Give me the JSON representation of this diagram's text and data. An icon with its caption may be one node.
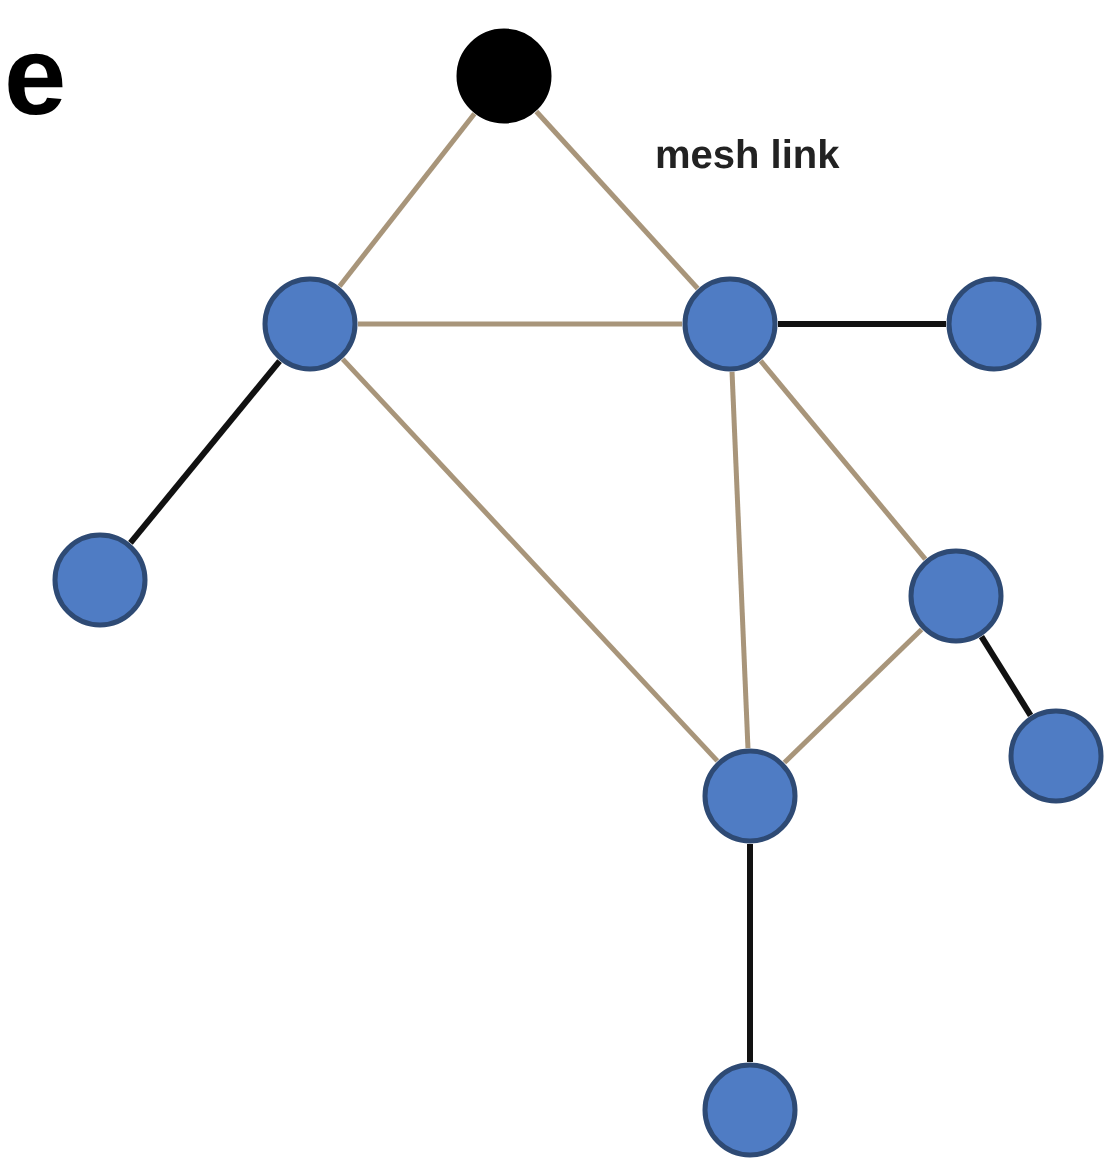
{
  "diagram": {
    "nodes": [
      {
        "text": [],
        "shape": "circle"
      },
      {
        "text": [],
        "shape": "circle"
      },
      {
        "text": [],
        "shape": "circle"
      },
      {
        "text": [],
        "shape": "circle"
      },
      {
        "text": [],
        "shape": "circle"
      },
      {
        "text": [],
        "shape": "circle"
      },
      {
        "text": [],
        "shape": "circle"
      },
      {
        "text": [],
        "shape": "circle"
      },
      {
        "text": [],
        "shape": "circle"
      }
    ],
    "edges": [
      {
        "from": 0,
        "to": 1,
        "arrow": "none"
      },
      {
        "from": 0,
        "to": 2,
        "arrow": "none",
        "label": "mesh link"
      },
      {
        "from": 1,
        "to": 2,
        "arrow": "none"
      },
      {
        "from": 2,
        "to": 3,
        "arrow": "none",
        "color": "#111111"
      },
      {
        "from": 1,
        "to": 4,
        "arrow": "none",
        "color": "#111111"
      },
      {
        "from": 1,
        "to": 7,
        "arrow": "none"
      },
      {
        "from": 2,
        "to": 7,
        "arrow": "none"
      },
      {
        "from": 2,
        "to": 5,
        "arrow": "none"
      },
      {
        "from": 5,
        "to": 7,
        "arrow": "none"
      },
      {
        "from": 5,
        "to": 6,
        "arrow": "none",
        "color": "#111111"
      },
      {
        "from": 7,
        "to": 8,
        "arrow": "none",
        "color": "#111111"
      }
    ],
    "labels": [
      "e"
    ]
  }
}
